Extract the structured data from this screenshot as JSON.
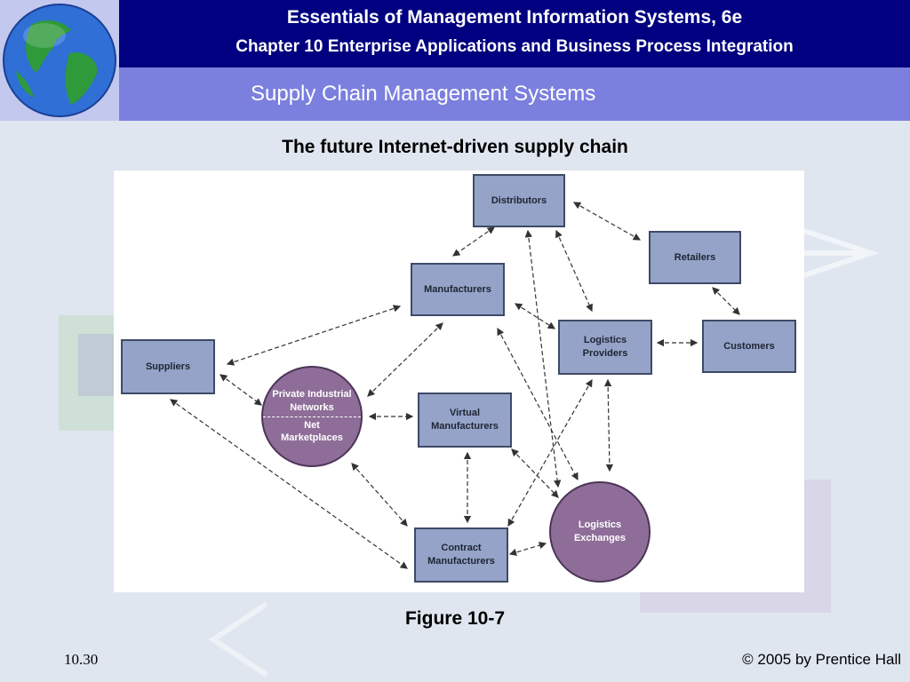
{
  "header": {
    "book_title": "Essentials of Management Information Systems, 6e",
    "chapter_title": "Chapter 10 Enterprise Applications and Business Process Integration",
    "slide_title": "Supply Chain Management Systems"
  },
  "diagram": {
    "caption": "The future Internet-driven supply chain",
    "nodes": {
      "distributors": "Distributors",
      "retailers": "Retailers",
      "manufacturers": "Manufacturers",
      "logistics_providers": "Logistics Providers",
      "customers": "Customers",
      "suppliers": "Suppliers",
      "private_networks_top": "Private Industrial Networks",
      "private_networks_bottom": "Net Marketplaces",
      "virtual_manufacturers": "Virtual Manufacturers",
      "logistics_exchanges": "Logistics Exchanges",
      "contract_manufacturers": "Contract Manufacturers"
    },
    "colors": {
      "box_fill": "#94a3c7",
      "circle_fill": "#8e6e98",
      "arrow": "#333333"
    }
  },
  "footer": {
    "figure_label": "Figure 10-7",
    "slide_number": "10.30",
    "copyright": "© 2005 by Prentice Hall"
  }
}
